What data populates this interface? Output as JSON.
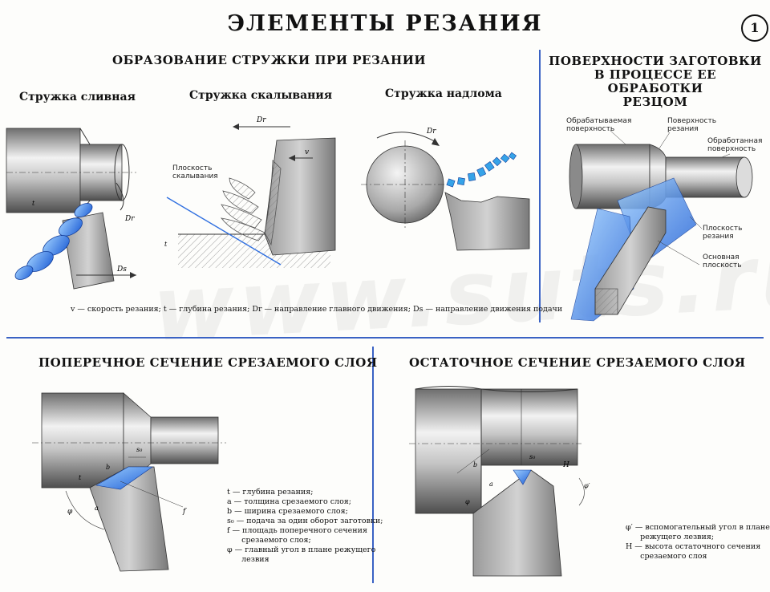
{
  "poster": {
    "title": "ЭЛЕМЕНТЫ РЕЗАНИЯ",
    "number": "1",
    "watermark": "www.suts.ru"
  },
  "chip_formation": {
    "heading": "ОБРАЗОВАНИЕ СТРУЖКИ ПРИ РЕЗАНИИ",
    "types": [
      "Стружка сливная",
      "Стружка скалывания",
      "Стружка надлома"
    ],
    "shear_plane_label": "Плоскость\nскалывания",
    "symbols": {
      "dr": "Dr",
      "ds": "Ds",
      "v": "v",
      "t": "t"
    },
    "legend": "v — скорость резания; t — глубина резания; Dr — направление главного движения; Ds — направление движения подачи"
  },
  "workpiece_surfaces": {
    "heading": [
      "ПОВЕРХНОСТИ ЗАГОТОВКИ",
      "В ПРОЦЕССЕ ЕЕ ОБРАБОТКИ",
      "РЕЗЦОМ"
    ],
    "labels": {
      "machined_surface": "Обрабатываемая\nповерхность",
      "cutting_surface": "Поверхность\nрезания",
      "finished_surface": "Обработанная\nповерхность",
      "cutting_plane": "Плоскость\nрезания",
      "base_plane": "Основная\nплоскость"
    }
  },
  "cross_section": {
    "heading": "ПОПЕРЕЧНОЕ СЕЧЕНИЕ СРЕЗАЕМОГО СЛОЯ",
    "legend": [
      "t — глубина резания;",
      "a — толщина срезаемого слоя;",
      "b — ширина срезаемого слоя;",
      "s₀ — подача за один оборот заготовки;",
      "f — площадь поперечного сечения",
      "      срезаемого слоя;",
      "φ — главный угол в плане режущего",
      "      лезвия"
    ],
    "symbols": {
      "s0": "s₀",
      "t": "t",
      "a": "a",
      "b": "b",
      "f": "f",
      "phi": "φ"
    }
  },
  "residual_section": {
    "heading": "ОСТАТОЧНОЕ СЕЧЕНИЕ СРЕЗАЕМОГО СЛОЯ",
    "legend": [
      "φ′ — вспомогательный угол в плане",
      "      режущего лезвия;",
      "H — высота остаточного сечения",
      "      срезаемого слоя"
    ],
    "symbols": {
      "s0": "s₀",
      "h": "H",
      "phi1": "φ′",
      "a": "a",
      "b": "b",
      "phi": "φ"
    }
  },
  "colors": {
    "accent": "#2f6fe0",
    "divider": "#3a62c4",
    "steel": "#8c8c8c"
  }
}
